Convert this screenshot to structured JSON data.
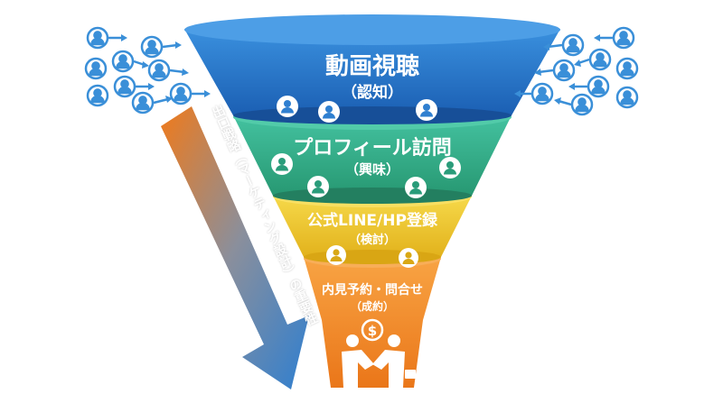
{
  "funnel": {
    "stages": [
      {
        "title": "動画視聴",
        "sub": "（認知）",
        "color_top": "#2f7fd0",
        "color_bottom": "#1d62b5"
      },
      {
        "title": "プロフィール訪問",
        "sub": "（興味）",
        "color_top": "#3bb99a",
        "color_bottom": "#2a9c7a"
      },
      {
        "title": "公式LINE/HP登録",
        "sub": "（検討）",
        "color_top": "#f3d23e",
        "color_bottom": "#e4b61f"
      },
      {
        "title": "内見予約・問合せ",
        "sub": "（成約）",
        "color_top": "#f59a35",
        "color_bottom": "#eb7a1e"
      }
    ]
  },
  "side_arrow": {
    "text": "出口戦略（マーケティング設計）の重要性",
    "color_start": "#f07a1a",
    "color_end": "#2f7fd0"
  },
  "icons": {
    "people": "person-icon",
    "arrows": "arrow-icon",
    "deal": "handshake-icon",
    "money": "dollar-icon"
  },
  "colors": {
    "person_icon": "#3a8fd8"
  }
}
